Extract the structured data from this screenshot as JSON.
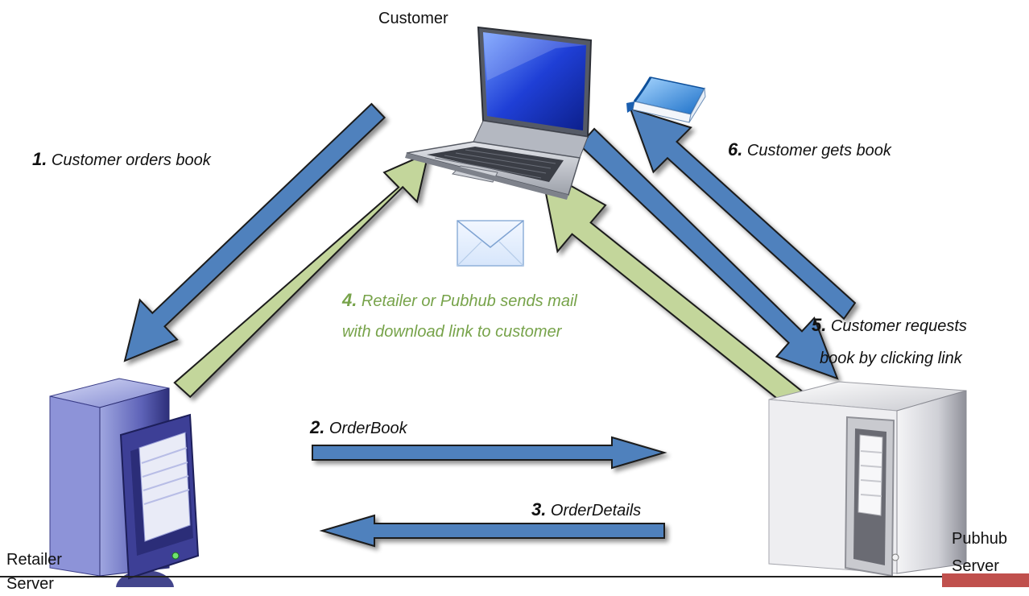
{
  "nodes": {
    "customer": "Customer",
    "retailer_server": [
      "Retailer",
      "Server"
    ],
    "pubhub_server": [
      "Pubhub",
      "Server"
    ]
  },
  "steps": [
    {
      "num": "1.",
      "text": "Customer  orders book"
    },
    {
      "num": "2.",
      "text": "OrderBook"
    },
    {
      "num": "3.",
      "text": "OrderDetails"
    },
    {
      "num": "4.",
      "text": "Retailer or Pubhub sends mail",
      "text2": "with download link to customer"
    },
    {
      "num": "5.",
      "text": "Customer requests",
      "text2": "book by clicking link"
    },
    {
      "num": "6.",
      "text": "Customer gets book"
    }
  ],
  "colors": {
    "blue_arrow": "#4f81bd",
    "green_arrow": "#c3d69b",
    "arrow_outline": "#1a1a1a",
    "green_text": "#77a34a",
    "footer_accent": "#c0504d"
  },
  "icons": [
    "laptop-icon",
    "book-icon",
    "envelope-icon",
    "server-icon"
  ]
}
